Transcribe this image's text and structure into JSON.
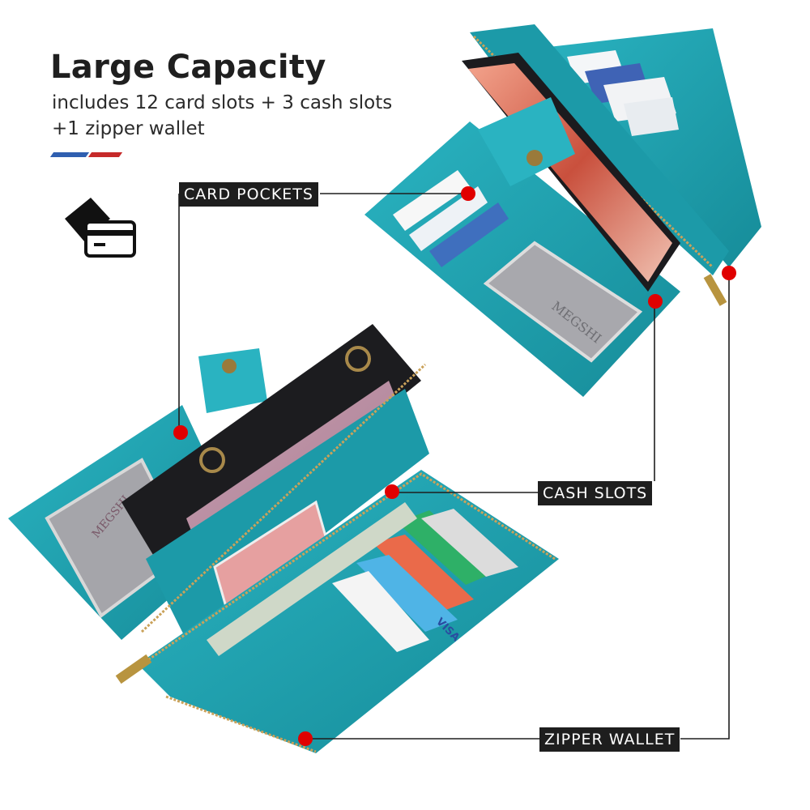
{
  "headline": {
    "title": "Large Capacity",
    "line1": "includes 12 card slots + 3 cash slots",
    "line2": "+1 zipper wallet"
  },
  "callouts": {
    "card_pockets": "CARD POCKETS",
    "cash_slots": "CASH SLOTS",
    "zipper_wallet": "ZIPPER WALLET"
  },
  "imprint": "MEGSHI",
  "card_brand": "VISA",
  "colors": {
    "leather": "#1f9fae",
    "leather_dark": "#137a86",
    "marker": "#e00000",
    "label_bg": "#1e1e1e",
    "flag_blue": "#2f5fb0",
    "flag_red": "#c62a2a"
  },
  "icons": [
    "credit-card-icon",
    "wallet-tag-icon"
  ]
}
